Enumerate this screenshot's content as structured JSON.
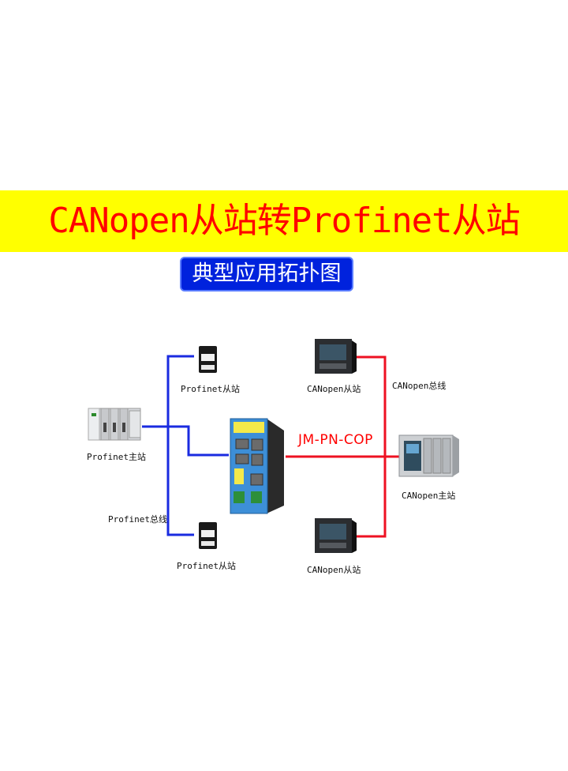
{
  "header": {
    "title": "CANopen从站转Profinet从站",
    "subtitle": "典型应用拓扑图"
  },
  "nodes": {
    "profinet_slave_top": "Profinet从站",
    "profinet_master": "Profinet主站",
    "profinet_bus": "Profinet总线",
    "profinet_slave_bottom": "Profinet从站",
    "gateway": "JM-PN-COP",
    "canopen_slave_top": "CANopen从站",
    "canopen_bus": "CANopen总线",
    "canopen_master": "CANopen主站",
    "canopen_slave_bottom": "CANopen从站"
  },
  "colors": {
    "banner": "#ffff00",
    "title": "#ff0000",
    "subtitle_bg": "#0022dd",
    "profinet_line": "#1a2be0",
    "canopen_line": "#ee1122"
  },
  "icons": {
    "plc_master": "plc-rack-icon",
    "profinet_slave": "drive-module-icon",
    "gateway": "gateway-device-icon",
    "canopen_slave": "panel-meter-icon",
    "canopen_master": "plc-rail-icon"
  }
}
